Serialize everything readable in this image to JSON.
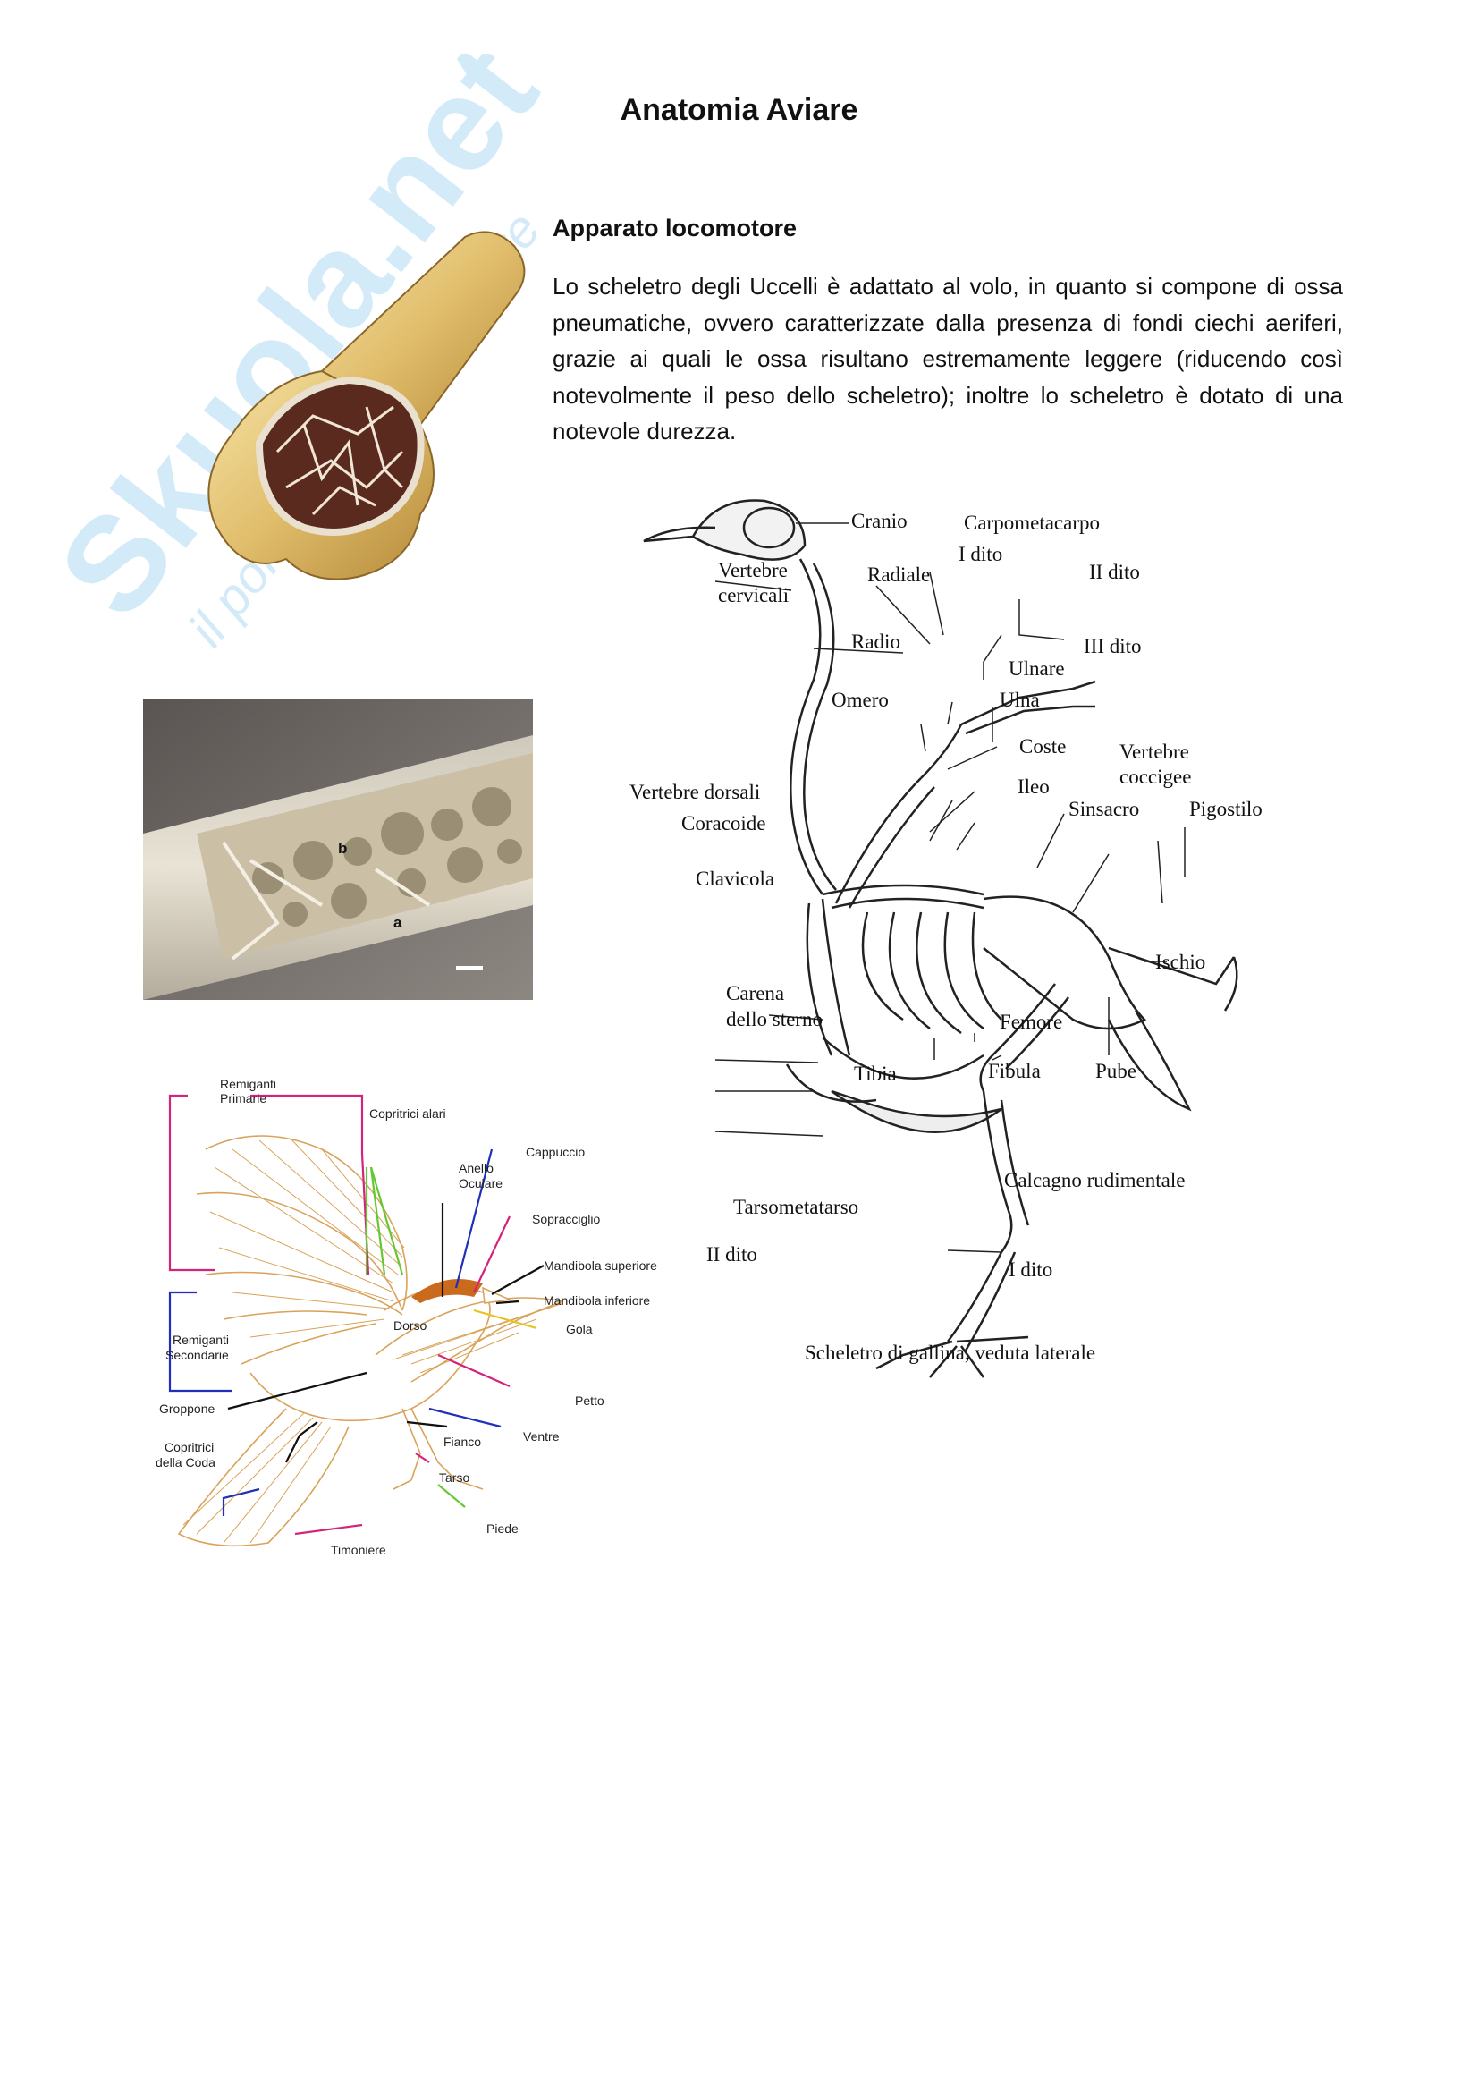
{
  "page": {
    "title": "Anatomia Aviare",
    "section_heading": "Apparato locomotore",
    "paragraph": "Lo scheletro degli Uccelli è adattato al volo, in quanto si compone di ossa pneumatiche, ovvero caratterizzate dalla presenza di fondi ciechi aeriferi, grazie ai quali le ossa risultano estremamente leggere (riducendo così notevolmente il peso dello scheletro); inoltre lo scheletro è dotato di una notevole durezza."
  },
  "watermark": {
    "brand": "Skuola.net",
    "tagline": "il portale dello studente"
  },
  "bone_photo": {
    "label_a": "a",
    "label_b": "b"
  },
  "skeleton_figure": {
    "caption": "Scheletro di gallina, veduta laterale",
    "labels": {
      "cranio": "Cranio",
      "carpometacarpo": "Carpometacarpo",
      "i_dito_wing": "I dito",
      "radiale": "Radiale",
      "ii_dito_wing": "II dito",
      "vertebre_cervicali_1": "Vertebre",
      "vertebre_cervicali_2": "cervicali",
      "radio": "Radio",
      "iii_dito": "III dito",
      "ulnare": "Ulnare",
      "ulna": "Ulna",
      "omero": "Omero",
      "coste": "Coste",
      "vertebre_coccigee_1": "Vertebre",
      "vertebre_coccigee_2": "coccigee",
      "vertebre_dorsali": "Vertebre dorsali",
      "ileo": "Ileo",
      "sinsacro": "Sinsacro",
      "pigostilo": "Pigostilo",
      "coracoide": "Coracoide",
      "clavicola": "Clavicola",
      "ischio": "Ischio",
      "carena_1": "Carena",
      "carena_2": "dello sterno",
      "femore": "Femore",
      "tibia": "Tibia",
      "fibula": "Fibula",
      "pube": "Pube",
      "calcagno": "Calcagno rudimentale",
      "tarsometatarso": "Tarsometatarso",
      "ii_dito_foot": "II dito",
      "i_dito_foot": "I dito"
    }
  },
  "plumage_figure": {
    "labels": {
      "remiganti_primarie_1": "Remiganti",
      "remiganti_primarie_2": "Primarie",
      "copritrici_alari": "Copritrici alari",
      "cappuccio": "Cappuccio",
      "anello_1": "Anello",
      "anello_2": "Oculare",
      "sopracciglio": "Sopracciglio",
      "mandibola_superiore": "Mandibola superiore",
      "mandibola_inferiore": "Mandibola inferiore",
      "dorso": "Dorso",
      "gola": "Gola",
      "remiganti_secondarie_1": "Remiganti",
      "remiganti_secondarie_2": "Secondarie",
      "petto": "Petto",
      "groppone": "Groppone",
      "ventre": "Ventre",
      "fianco": "Fianco",
      "copritrici_coda_1": "Copritrici",
      "copritrici_coda_2": "della Coda",
      "tarso": "Tarso",
      "piede": "Piede",
      "timoniere": "Timoniere"
    },
    "line_colors": {
      "magenta": "#d4237a",
      "green": "#63c832",
      "blue": "#1f2fb8",
      "black": "#111111",
      "yellow": "#e8c21a",
      "body": "#d9a35a",
      "cap": "#c96a1c"
    }
  }
}
